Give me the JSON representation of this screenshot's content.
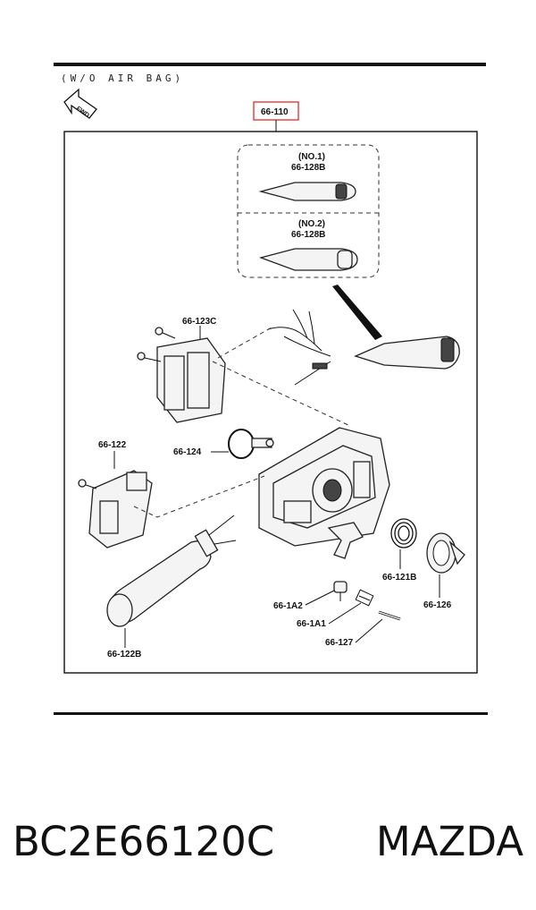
{
  "header": {
    "note": "(W/O AIR BAG)",
    "fwd": "FWD"
  },
  "labels": {
    "assembly": "66-110",
    "no1": "(NO.1)",
    "no1_part": "66-128B",
    "no2": "(NO.2)",
    "no2_part": "66-128B",
    "p123c": "66-123C",
    "p122": "66-122",
    "p124": "66-124",
    "p121b": "66-121B",
    "p126": "66-126",
    "p1a2": "66-1A2",
    "p1a1": "66-1A1",
    "p127": "66-127",
    "p122b": "66-122B"
  },
  "caption": {
    "part_number": "BC2E66120C",
    "brand": "MAZDA"
  },
  "colors": {
    "highlight": "#e53935",
    "line": "#111111"
  }
}
